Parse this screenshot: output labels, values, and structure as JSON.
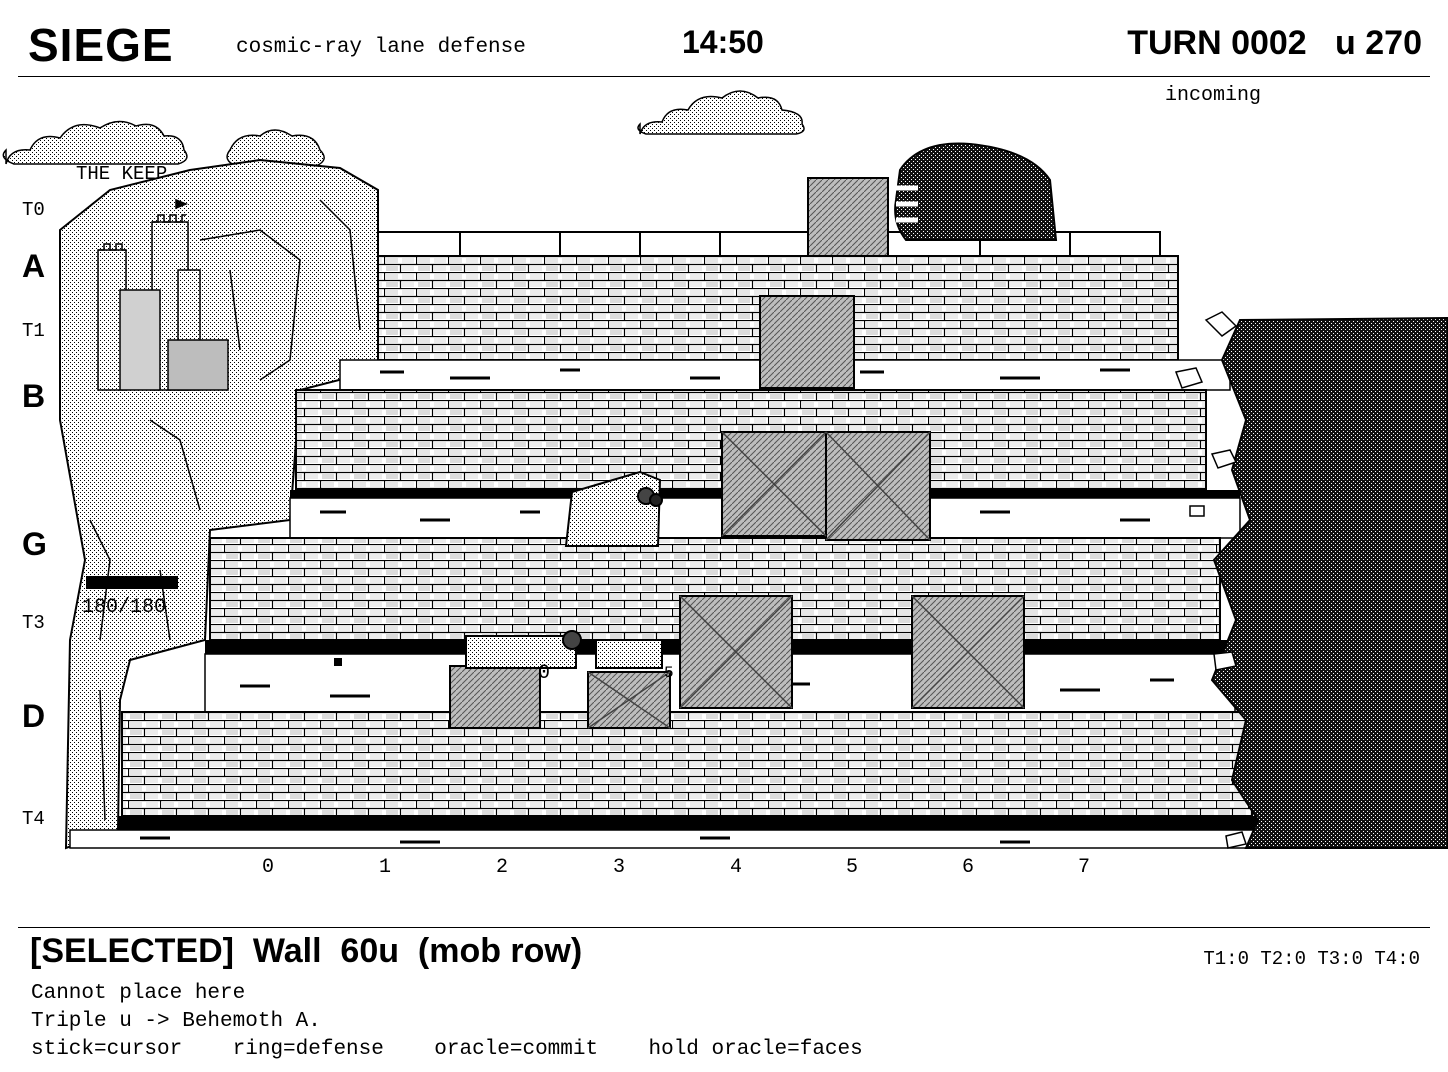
{
  "header": {
    "title": "SIEGE",
    "subtitle": "cosmic-ray lane defense",
    "clock": "14:50",
    "turn_units": "TURN 0002   u 270",
    "incoming_label": "incoming"
  },
  "keep": {
    "label": "THE KEEP",
    "hp_text": "180/180",
    "hp_fraction": 1.0
  },
  "lanes": [
    "A",
    "B",
    "G",
    "D"
  ],
  "tiers": [
    "T0",
    "T1",
    "T3",
    "T4"
  ],
  "columns": [
    "0",
    "1",
    "2",
    "3",
    "4",
    "5",
    "6",
    "7"
  ],
  "markers": [
    {
      "text": "0"
    },
    {
      "text": "5"
    }
  ],
  "status": {
    "selected_line": "[SELECTED]  Wall  60u  (mob row)",
    "tier_counts": "T1:0 T2:0 T3:0 T4:0",
    "messages": [
      "Cannot place here",
      "Triple u -> Behemoth A.",
      "stick=cursor    ring=defense    oracle=commit    hold oracle=faces"
    ]
  },
  "colors": {
    "ink": "#000000",
    "paper": "#ffffff",
    "stone": "#9a9a9a",
    "dark": "#2b2b2b"
  },
  "icons": {
    "keep": "castle-icon",
    "behemoth": "behemoth-icon",
    "turret": "cannon-icon",
    "crate": "crate-icon",
    "cloud": "cloud-icon"
  }
}
